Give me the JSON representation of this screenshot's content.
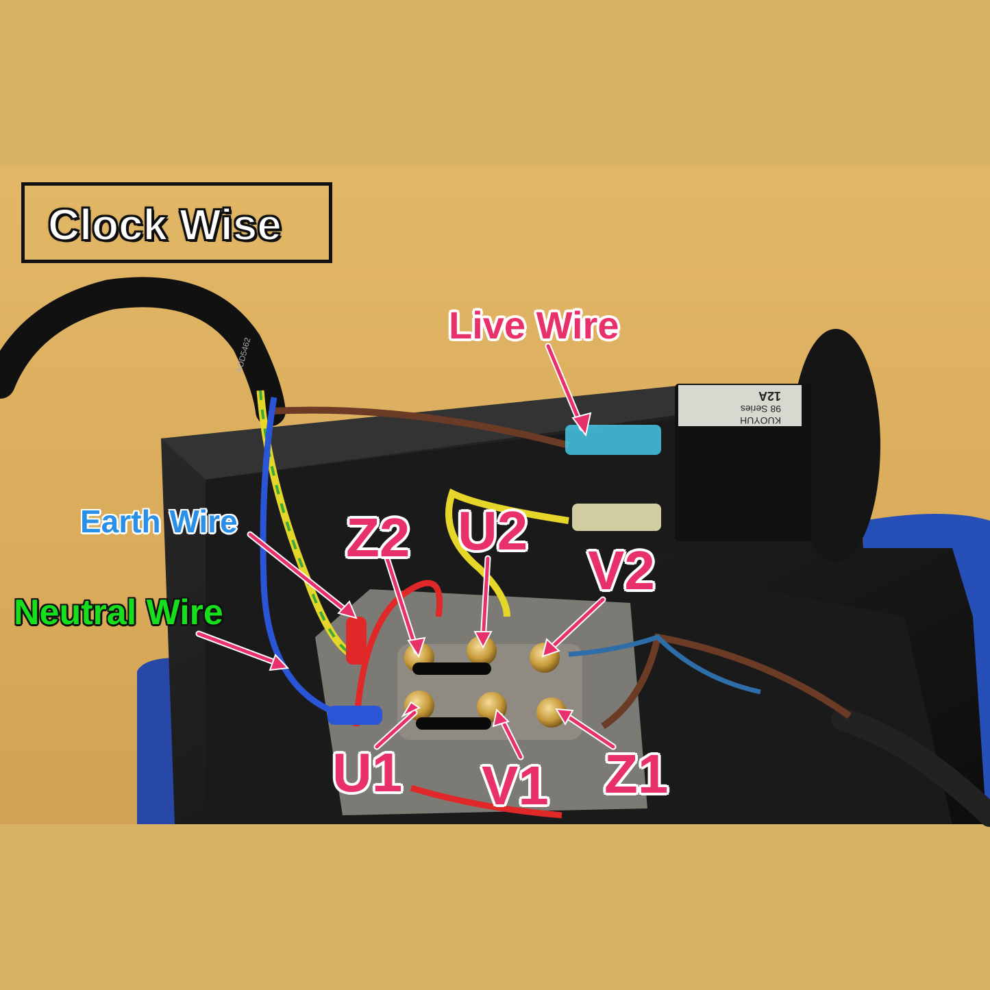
{
  "title": "Clock Wise",
  "wire_labels": {
    "live": "Live Wire",
    "earth": "Earth Wire",
    "neutral": "Neutral Wire"
  },
  "terminals": {
    "z2": "Z2",
    "u2": "U2",
    "v2": "V2",
    "u1": "U1",
    "v1": "V1",
    "z1": "Z1"
  },
  "component_markings": {
    "switch_brand": "KUOYUH",
    "switch_series": "98 Series",
    "switch_rating": "12A",
    "cable_print": "AOD5462"
  },
  "colors": {
    "background": "#d9b365",
    "label_pink": "#e8306a",
    "label_blue": "#2a8fe6",
    "label_green": "#16e01c",
    "wire_brown": "#6b3b26",
    "wire_blue": "#2a55d6",
    "wire_yellow": "#e6d62a",
    "wire_green": "#3da83a",
    "wire_red": "#e02828"
  }
}
